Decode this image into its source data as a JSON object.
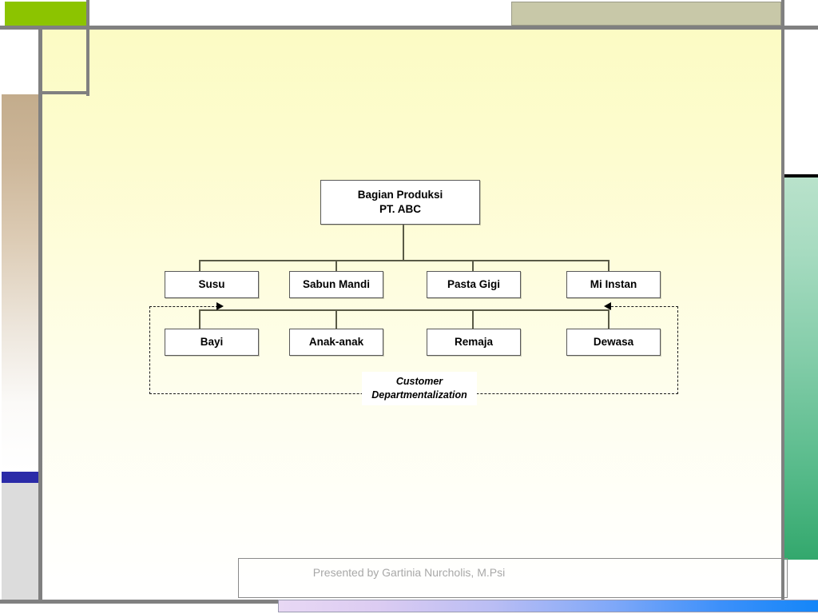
{
  "slide": {
    "background_top_color": "#FCFBC4",
    "background_bottom_color": "#FFFFFF",
    "frame_line_color": "#808080"
  },
  "decor": {
    "top_green_bar": "",
    "top_white_bar": "",
    "top_khaki_bar": "",
    "top_right_white": "",
    "khaki_outline_box": "",
    "small_white_box": "",
    "light_green_box": "",
    "left_gradient_strip": "",
    "left_blue_bar": "",
    "left_gray_block": "",
    "right_white_block": "",
    "right_black_line": "",
    "right_green_strip": "",
    "right_bottom_white": "",
    "bottom_gradient_bar": "",
    "colors": {
      "bright_green": "#8CC400",
      "light_green": "#CBE05E",
      "khaki": "#C8C8A8",
      "blue_bar": "#2B2BA8",
      "gray_block": "#DCDCDC",
      "green_strip_top": "#B9E2CB",
      "green_strip_bottom": "#33A86D",
      "bottom_bar_start": "#E8D8F4",
      "bottom_bar_end": "#1486F8"
    }
  },
  "diagram": {
    "type": "organization-chart",
    "title": "Customer Departmentalization",
    "root": {
      "line1": "Bagian Produksi",
      "line2": "PT. ABC"
    },
    "level1": [
      {
        "label": "Susu"
      },
      {
        "label": "Sabun Mandi"
      },
      {
        "label": "Pasta Gigi"
      },
      {
        "label": "Mi Instan"
      }
    ],
    "level2": [
      {
        "label": "Bayi"
      },
      {
        "label": "Anak-anak"
      },
      {
        "label": "Remaja"
      },
      {
        "label": "Dewasa"
      }
    ],
    "caption": {
      "line1": "Customer",
      "line2": "Departmentalization"
    },
    "annotation": {
      "style": "dash-dot bracket with arrowheads",
      "left_arrow": "arrow-right-icon",
      "right_arrow": "arrow-left-icon"
    }
  },
  "footer": {
    "text": "Presented by Gartinia Nurcholis, M.Psi",
    "color": "#A8A8A8"
  }
}
